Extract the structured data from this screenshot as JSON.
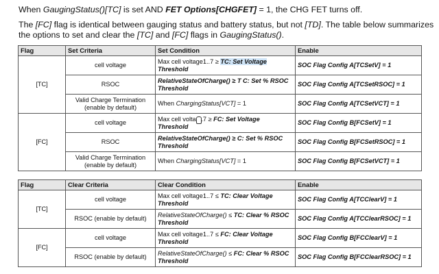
{
  "intro": {
    "p1_a": "When ",
    "p1_b": "GaugingStatus()[TC]",
    "p1_c": " is set AND ",
    "p1_d": "FET Options[CHGFET]",
    "p1_e": " = 1, the CHG FET turns off.",
    "p2_a": "The ",
    "p2_b": "[FC]",
    "p2_c": " flag is identical between gauging status and battery status, but not ",
    "p2_d": "[TD]",
    "p2_e": ". The table below summarizes",
    "p3_a": "the options to set and clear the ",
    "p3_b": "[TC]",
    "p3_c": " and ",
    "p3_d": "[FC]",
    "p3_e": " flags in ",
    "p3_f": "GaugingStatus()",
    "p3_g": "."
  },
  "set_table": {
    "headers": [
      "Flag",
      "Set Criteria",
      "Set Condition",
      "Enable"
    ],
    "groups": [
      {
        "flag": "[TC]",
        "rows": [
          {
            "criteria": "cell voltage",
            "cond_a": "Max cell voltage1..7 ≥ ",
            "cond_b": "TC: Set Voltage",
            "cond_c": "Threshold",
            "enable": "SOC Flag Config A[TCSetV] = 1"
          },
          {
            "criteria": "RSOC",
            "cond_a": "RelativeStateOfCharge() ≥ T C: Set % RSOC",
            "cond_c": "Threshold",
            "enable": "SOC Flag Config A[TCSetRSOC] = 1"
          },
          {
            "criteria_1": "Valid Charge Termination",
            "criteria_2": "(enable by default)",
            "cond_a": "When ",
            "cond_b": "ChargingStatus[VCT]",
            "cond_c": " = 1",
            "enable": "SOC Flag Config A[TCSetVCT] = 1"
          }
        ]
      },
      {
        "flag": "[FC]",
        "rows": [
          {
            "criteria": "cell voltage",
            "cond_a": "Max cell volta",
            "cond_a2": "1..7 ≥ ",
            "cond_b": "FC: Set Voltage",
            "cond_c": "Threshold",
            "enable": "SOC Flag Config B[FCSetV] = 1"
          },
          {
            "criteria": "RSOC",
            "cond_a": "RelativeStateOfCharge() ≥ C: Set % RSOC",
            "cond_c": "Threshold",
            "enable": "SOC Flag Config B[FCSetRSOC] = 1"
          },
          {
            "criteria_1": "Valid Charge Termination",
            "criteria_2": "(enable by default)",
            "cond_a": "When ",
            "cond_b": "ChargingStatus[VCT]",
            "cond_c": " = 1",
            "enable": "SOC Flag Config B[FCSetVCT] = 1"
          }
        ]
      }
    ]
  },
  "clear_table": {
    "headers": [
      "Flag",
      "Clear Criteria",
      "Clear Condition",
      "Enable"
    ],
    "groups": [
      {
        "flag": "[TC]",
        "rows": [
          {
            "criteria": "cell voltage",
            "cond_a": "Max cell voltage1..7 ≤ ",
            "cond_b": "TC: Clear Voltage",
            "cond_c": "Threshold",
            "enable": "SOC Flag Config A[TCClearV] = 1"
          },
          {
            "criteria": "RSOC (enable by default)",
            "cond_a": "RelativeStateOfCharge() ≤ ",
            "cond_b": "TC: Clear % RSOC",
            "cond_c": "Threshold",
            "enable": "SOC Flag Config A[TCClearRSOC] = 1"
          }
        ]
      },
      {
        "flag": "[FC]",
        "rows": [
          {
            "criteria": "cell voltage",
            "cond_a": "Max cell voltage1..7 ≤ ",
            "cond_b": "FC: Clear Voltage",
            "cond_c": "Threshold",
            "enable": "SOC Flag Config B[FCClearV] = 1"
          },
          {
            "criteria": "RSOC (enable by default)",
            "cond_a": "RelativeStateOfCharge() ≤ ",
            "cond_b": "FC: Clear % RSOC",
            "cond_c": "Threshold",
            "enable": "SOC Flag Config B[FCClearRSOC] = 1"
          }
        ]
      }
    ]
  }
}
